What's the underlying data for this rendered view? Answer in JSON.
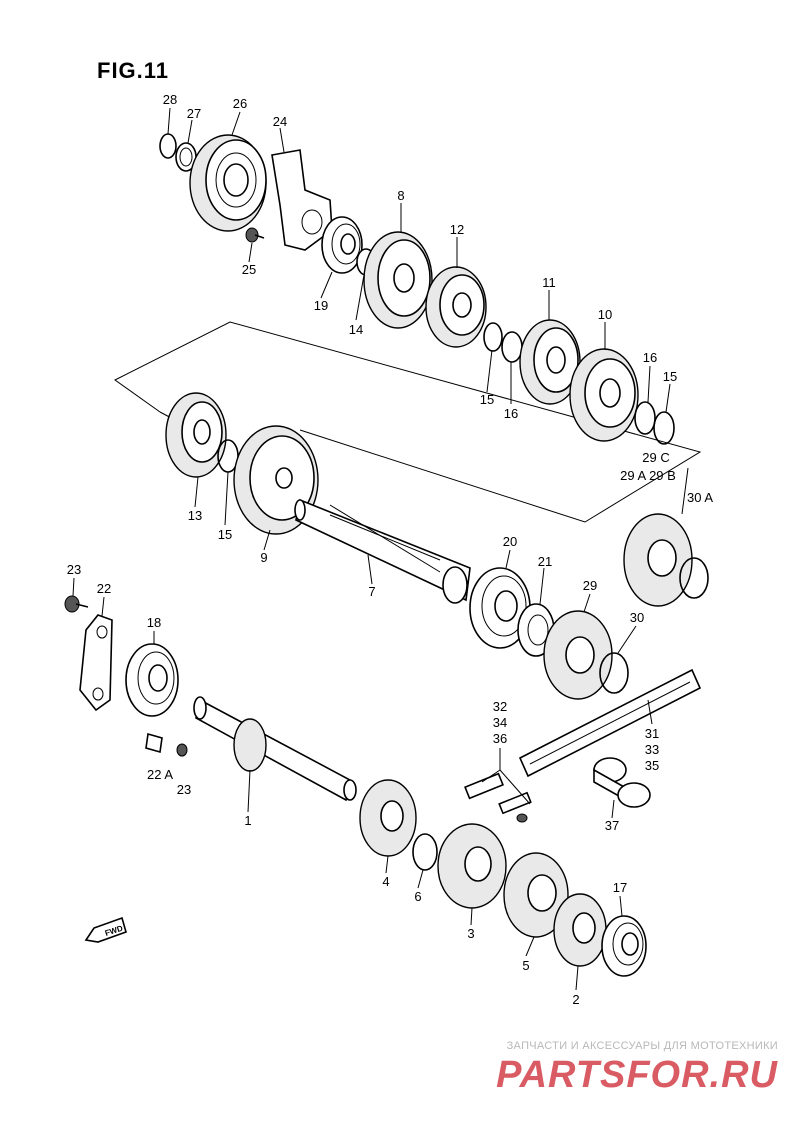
{
  "figure": {
    "title": "FIG.11",
    "fwd_label": "FWD"
  },
  "callouts": [
    {
      "id": "c28",
      "text": "28"
    },
    {
      "id": "c27",
      "text": "27"
    },
    {
      "id": "c26",
      "text": "26"
    },
    {
      "id": "c24",
      "text": "24"
    },
    {
      "id": "c25",
      "text": "25"
    },
    {
      "id": "c19",
      "text": "19"
    },
    {
      "id": "c8",
      "text": "8"
    },
    {
      "id": "c14",
      "text": "14"
    },
    {
      "id": "c12",
      "text": "12"
    },
    {
      "id": "c11",
      "text": "11"
    },
    {
      "id": "c10",
      "text": "10"
    },
    {
      "id": "c15a",
      "text": "15"
    },
    {
      "id": "c16a",
      "text": "16"
    },
    {
      "id": "c16b",
      "text": "16"
    },
    {
      "id": "c15b",
      "text": "15"
    },
    {
      "id": "c29c",
      "text": "29 C"
    },
    {
      "id": "c29ab",
      "text": "29 A  29 B"
    },
    {
      "id": "c13",
      "text": "13"
    },
    {
      "id": "c15c",
      "text": "15"
    },
    {
      "id": "c9",
      "text": "9"
    },
    {
      "id": "c7",
      "text": "7"
    },
    {
      "id": "c20",
      "text": "20"
    },
    {
      "id": "c21",
      "text": "21"
    },
    {
      "id": "c30a",
      "text": "30  A"
    },
    {
      "id": "c29",
      "text": "29"
    },
    {
      "id": "c30",
      "text": "30"
    },
    {
      "id": "c23a",
      "text": "23"
    },
    {
      "id": "c22",
      "text": "22"
    },
    {
      "id": "c18",
      "text": "18"
    },
    {
      "id": "c22a",
      "text": "22 A"
    },
    {
      "id": "c23b",
      "text": "23"
    },
    {
      "id": "c1",
      "text": "1"
    },
    {
      "id": "c4",
      "text": "4"
    },
    {
      "id": "c6",
      "text": "6"
    },
    {
      "id": "c3",
      "text": "3"
    },
    {
      "id": "c5",
      "text": "5"
    },
    {
      "id": "c2",
      "text": "2"
    },
    {
      "id": "c17",
      "text": "17"
    },
    {
      "id": "c32",
      "text": "32"
    },
    {
      "id": "c34",
      "text": "34"
    },
    {
      "id": "c36",
      "text": "36"
    },
    {
      "id": "c31",
      "text": "31"
    },
    {
      "id": "c33",
      "text": "33"
    },
    {
      "id": "c35",
      "text": "35"
    },
    {
      "id": "c37",
      "text": "37"
    }
  ],
  "watermark": {
    "tagline": "ЗАПЧАСТИ И АКСЕССУАРЫ ДЛЯ МОТОТЕХНИКИ",
    "logo": "PARTSFOR.RU"
  }
}
